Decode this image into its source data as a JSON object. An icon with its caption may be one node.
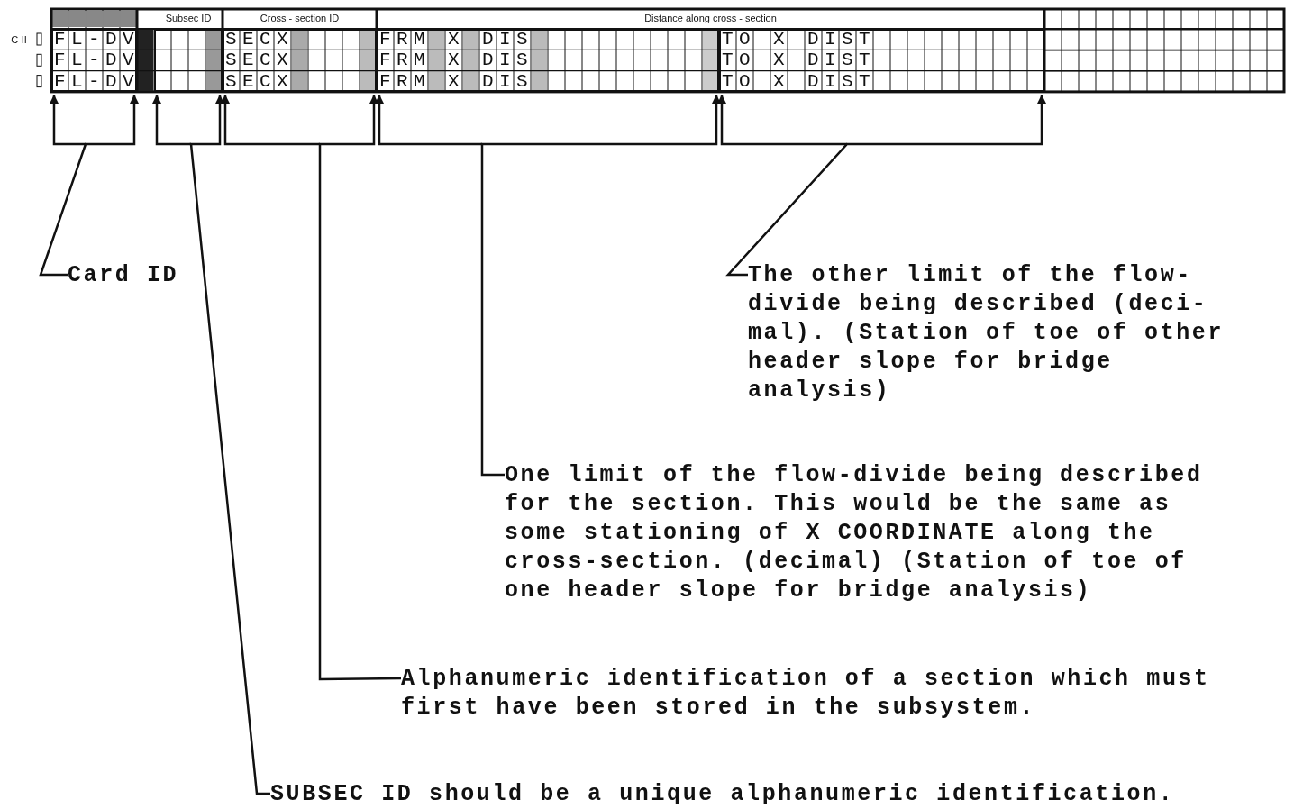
{
  "diagram": {
    "nodes": [
      {
        "text": [],
        "shape": "bar"
      },
      {
        "text": [],
        "shape": "bar",
        "beside": [
          "Subsec ID"
        ]
      },
      {
        "text": [],
        "shape": "bar",
        "beside": [
          "Cross - section ID"
        ]
      },
      {
        "text": [],
        "shape": "bar"
      },
      {
        "text": [],
        "shape": "bar"
      },
      {
        "text": [
          "Card ID"
        ]
      },
      {
        "text": [
          "The other limit of the flow- divide being described (deci- mal). (Station of toe of other header slope for bridge analysis)"
        ]
      },
      {
        "text": [
          "One limit of the flow-divide being described for the section. This would be the same as some stationing of X COORDINATE along the cross-section. (decimal) (Station of toe of one header slope for bridge analysis)"
        ]
      },
      {
        "text": [
          "Alphanumeric identification of a section which must first have been stored in the subsystem."
        ]
      },
      {
        "text": [
          "SUBSEC ID should be a unique alphanumeric identification."
        ]
      }
    ],
    "edges": [
      {
        "from": 5,
        "to": 0,
        "arrow": "to"
      },
      {
        "from": 6,
        "to": 4,
        "arrow": "to"
      },
      {
        "from": 7,
        "to": 3,
        "arrow": "to"
      },
      {
        "from": 8,
        "to": 2,
        "arrow": "to"
      },
      {
        "from": 9,
        "to": 1,
        "arrow": "to"
      }
    ],
    "labels": [
      "Distance along cross - section",
      "C-II",
      "FL-DV",
      "SECX",
      "FRM X DIS",
      "TO X DIST",
      "FL-DV",
      "SECX",
      "FRM X DIS",
      "TO X DIST",
      "FL-DV",
      "SECX",
      "FRM X DIS",
      "TO X DIST"
    ]
  }
}
